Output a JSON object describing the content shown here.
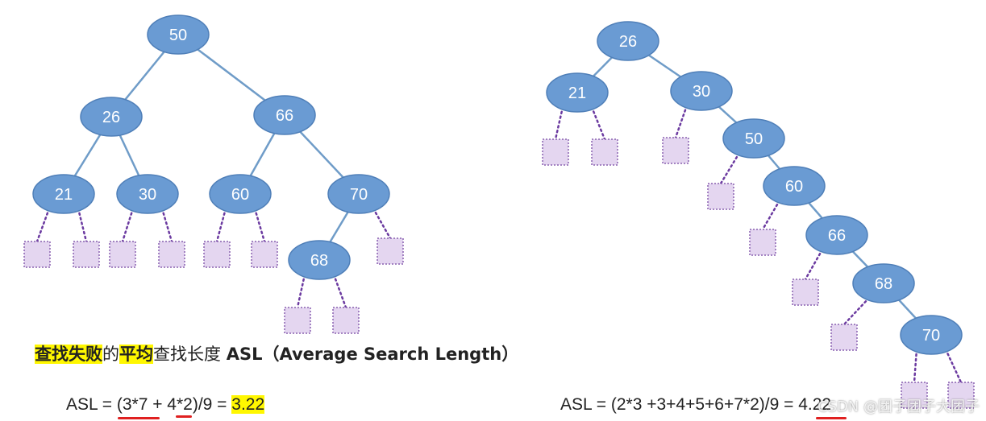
{
  "caption": {
    "part1": "查找失败",
    "part2": "的",
    "part3": "平均",
    "part4": "查找长度 ",
    "part5": "ASL（Average Search Length）"
  },
  "formula_left": {
    "expr": "ASL = (3*7 + 4*2)/9 = ",
    "result": "3.22"
  },
  "formula_right": {
    "expr": "ASL = (2*3 +3+4+5+6+7*2)/9 = ",
    "result": "4.22"
  },
  "watermark": "CSDN @团子团子大团子",
  "colors": {
    "node_fill": "#6a9bd3",
    "node_stroke": "#4f7fb8",
    "edge": "#6f9cc8",
    "leaf_fill": "#e4d6f0",
    "leaf_stroke": "#8a60b0",
    "highlight": "#fff700"
  },
  "trees": [
    {
      "name": "balanced",
      "nodes": [
        {
          "id": "n50",
          "label": "50"
        },
        {
          "id": "n26",
          "label": "26",
          "parent": "n50"
        },
        {
          "id": "n66",
          "label": "66",
          "parent": "n50"
        },
        {
          "id": "n21",
          "label": "21",
          "parent": "n26"
        },
        {
          "id": "n30",
          "label": "30",
          "parent": "n26"
        },
        {
          "id": "n60",
          "label": "60",
          "parent": "n66"
        },
        {
          "id": "n70",
          "label": "70",
          "parent": "n66"
        },
        {
          "id": "n68",
          "label": "68",
          "parent": "n70"
        }
      ],
      "failure_nodes": [
        {
          "parent": "n21"
        },
        {
          "parent": "n21"
        },
        {
          "parent": "n30"
        },
        {
          "parent": "n30"
        },
        {
          "parent": "n60"
        },
        {
          "parent": "n60"
        },
        {
          "parent": "n70"
        },
        {
          "parent": "n68"
        },
        {
          "parent": "n68"
        }
      ]
    },
    {
      "name": "skewed",
      "nodes": [
        {
          "id": "m26",
          "label": "26"
        },
        {
          "id": "m21",
          "label": "21",
          "parent": "m26"
        },
        {
          "id": "m30",
          "label": "30",
          "parent": "m26"
        },
        {
          "id": "m50",
          "label": "50",
          "parent": "m30"
        },
        {
          "id": "m60",
          "label": "60",
          "parent": "m50"
        },
        {
          "id": "m66",
          "label": "66",
          "parent": "m60"
        },
        {
          "id": "m68",
          "label": "68",
          "parent": "m66"
        },
        {
          "id": "m70",
          "label": "70",
          "parent": "m68"
        }
      ],
      "failure_nodes": [
        {
          "parent": "m21"
        },
        {
          "parent": "m21"
        },
        {
          "parent": "m30"
        },
        {
          "parent": "m50"
        },
        {
          "parent": "m60"
        },
        {
          "parent": "m66"
        },
        {
          "parent": "m68"
        },
        {
          "parent": "m70"
        },
        {
          "parent": "m70"
        }
      ]
    }
  ]
}
